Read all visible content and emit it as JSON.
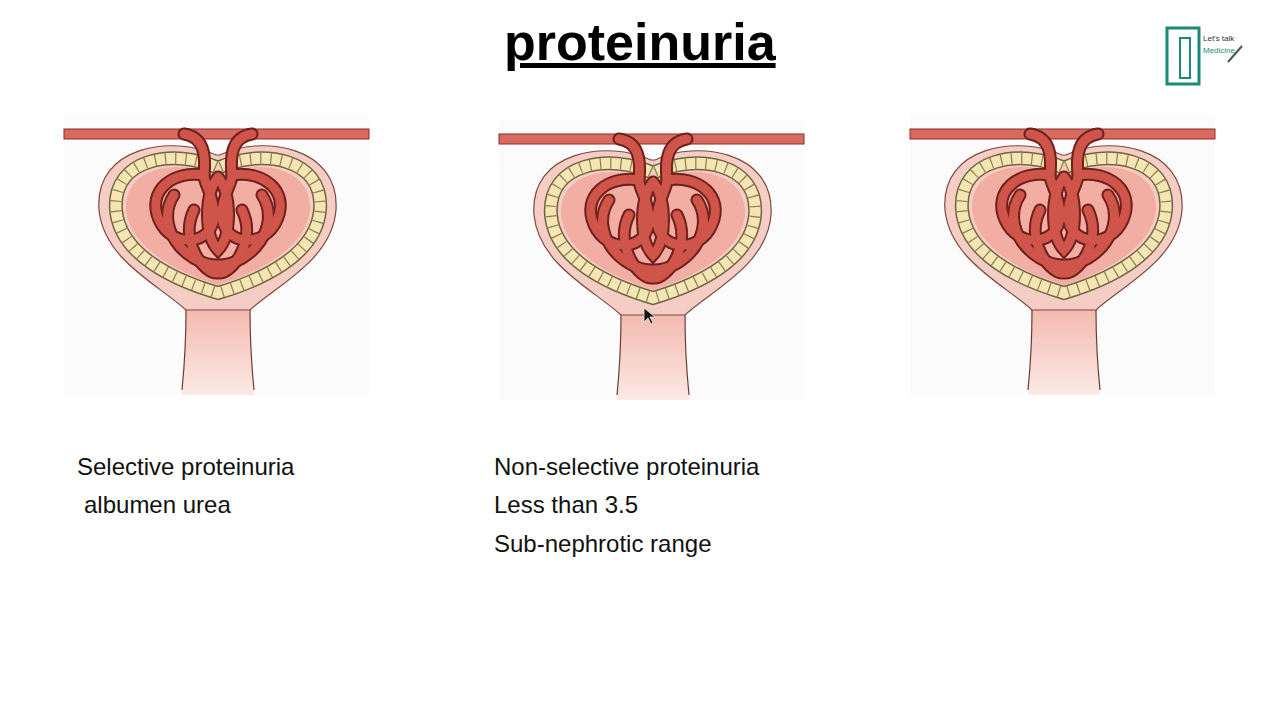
{
  "diagram": {
    "title": "proteinuria",
    "labels": [
      "Selective proteinuria",
      "albumen urea",
      "Non-selective proteinuria",
      "Less than 3.5",
      "Sub-nephrotic range",
      "Let's talk",
      "Medicine"
    ]
  }
}
